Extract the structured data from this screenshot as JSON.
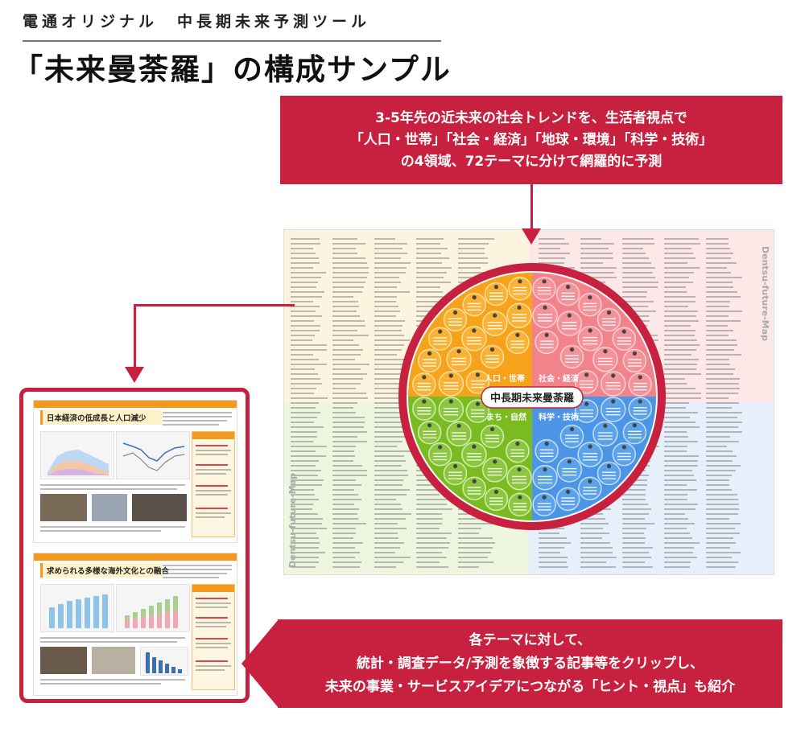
{
  "header": {
    "subtitle": "電通オリジナル　中長期未来予測ツール",
    "title": "「未来曼荼羅」の構成サンプル"
  },
  "callouts": {
    "top": {
      "lines": [
        "3-5年先の近未来の社会トレンドを、生活者視点で",
        "「人口・世帯」「社会・経済」「地球・環境」「科学・技術」",
        "の4領域、72テーマに分けて網羅的に予測"
      ]
    },
    "bottom": {
      "lines": [
        "各テーマに対して、",
        "統計・調査データ/予測を象徴する記事等をクリップし、",
        "未来の事業・サービスアイデアにつながる「ヒント・視点」も紹介"
      ]
    }
  },
  "mandala": {
    "center_label": "中長期未来曼荼羅",
    "quadrants": [
      {
        "label": "人口・世帯",
        "color": "#f39c12"
      },
      {
        "label": "社会・経済",
        "color": "#ef6b74"
      },
      {
        "label": "まち・自然",
        "color": "#6ab023"
      },
      {
        "label": "科学・技術",
        "color": "#3a86e0"
      }
    ],
    "ring_color": "#c8203f"
  },
  "map_sheet": {
    "side_label": "Dentsu-future-Map"
  },
  "clip_pages": [
    {
      "title": "日本経済の低成長と人口減少"
    },
    {
      "title": "求められる多様な海外文化との融合"
    }
  ],
  "colors": {
    "accent": "#c8203f",
    "orange": "#f29a1e"
  }
}
